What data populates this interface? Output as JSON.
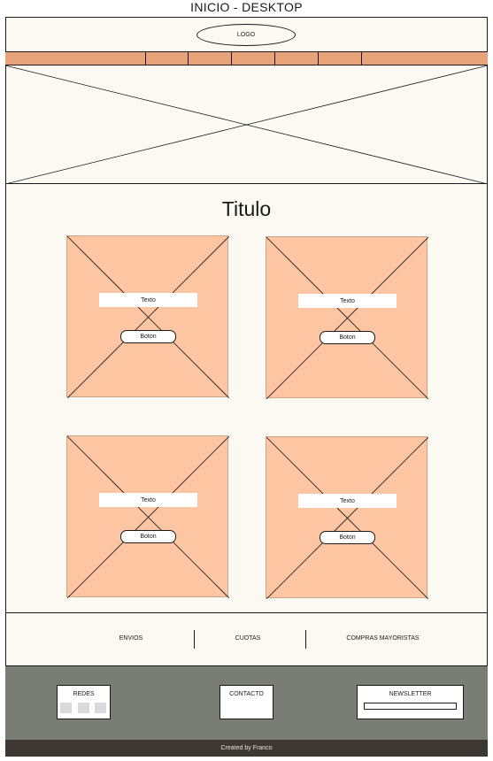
{
  "page_title": "INICIO - DESKTOP",
  "header": {
    "logo": "LOGO"
  },
  "navbar": {
    "item_count": 7
  },
  "main": {
    "title": "Titulo",
    "cards": [
      {
        "text": "Texto",
        "button": "Boton"
      },
      {
        "text": "Texto",
        "button": "Boton"
      },
      {
        "text": "Texto",
        "button": "Boton"
      },
      {
        "text": "Texto",
        "button": "Boton"
      }
    ]
  },
  "info_bar": {
    "items": [
      "ENVIOS",
      "CUOTAS",
      "COMPRAS MAYORISTAS"
    ]
  },
  "footer": {
    "socials_label": "REDES",
    "contact_label": "CONTACTO",
    "newsletter_label": "NEWSLETTER"
  },
  "bottom_bar": {
    "credit": "Created by Franco"
  },
  "colors": {
    "navbar": "#e8a37a",
    "card": "#fdc5a2",
    "background": "#fbf9f2",
    "footer": "#7a7d74",
    "bottom_bar": "#3d3834"
  }
}
